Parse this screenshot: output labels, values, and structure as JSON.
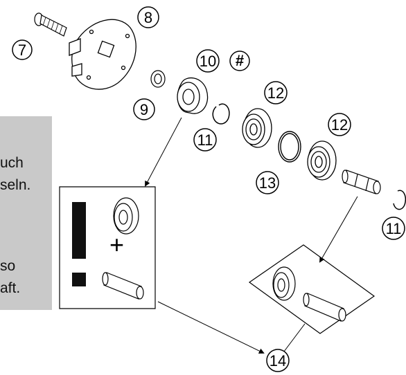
{
  "note": {
    "lines": [
      "uch",
      "seln.",
      "so",
      "aft."
    ]
  },
  "callouts": {
    "c7": "7",
    "c8": "8",
    "c9": "9",
    "c10": "10",
    "c_hash": "#",
    "c11a": "11",
    "c12a": "12",
    "c12b": "12",
    "c13": "13",
    "c11b": "11",
    "c14": "14"
  },
  "inset_left": {
    "plus": "+",
    "exclam": "!"
  }
}
